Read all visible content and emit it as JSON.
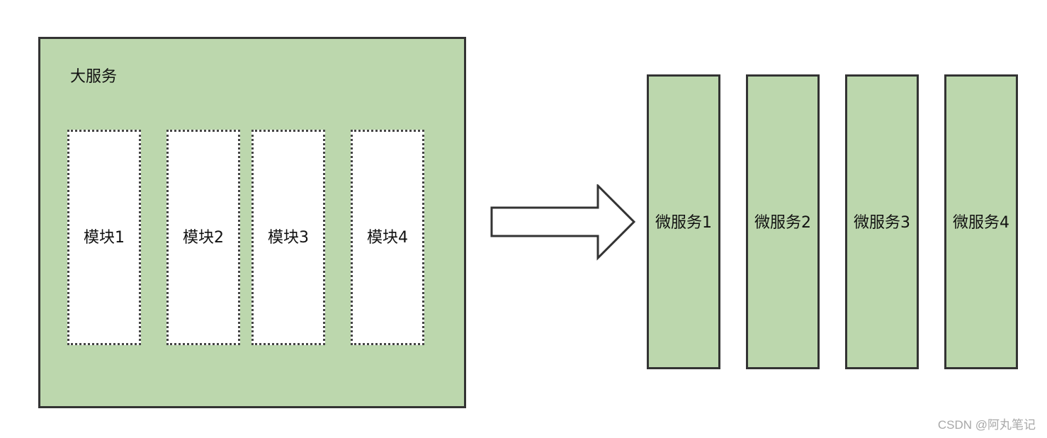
{
  "monolith": {
    "title": "大服务",
    "modules": [
      "模块1",
      "模块2",
      "模块3",
      "模块4"
    ]
  },
  "microservices": [
    "微服务1",
    "微服务2",
    "微服务3",
    "微服务4"
  ],
  "watermark": "CSDN @阿丸笔记",
  "colors": {
    "service_fill": "#bcd7ad",
    "border": "#333333",
    "module_fill": "#ffffff"
  }
}
